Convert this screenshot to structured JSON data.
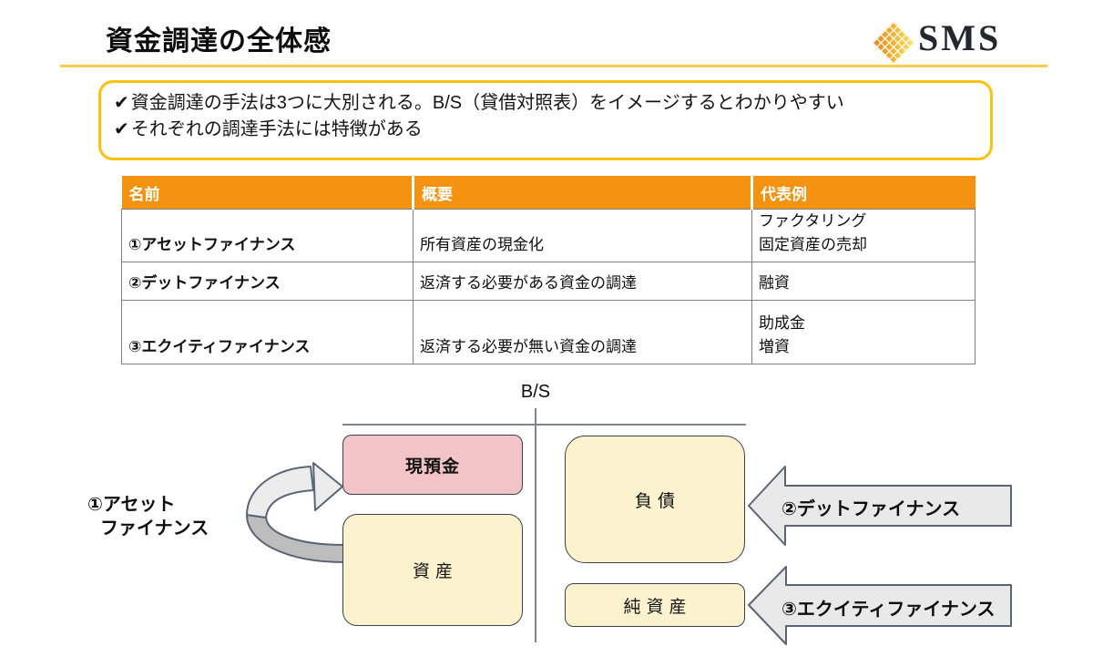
{
  "header": {
    "title": "資金調達の全体感",
    "logo_text": "SMS"
  },
  "summary_box": {
    "check": "✔",
    "lines": [
      "資金調達の手法は3つに大別される。B/S（貸借対照表）をイメージするとわかりやすい",
      "それぞれの調達手法には特徴がある"
    ]
  },
  "table": {
    "headers": [
      "名前",
      "概要",
      "代表例"
    ],
    "rows": [
      {
        "name": "①アセットファイナンス",
        "overview": "所有資産の現金化",
        "examples": [
          "ファクタリング",
          "固定資産の売却"
        ]
      },
      {
        "name": "②デットファイナンス",
        "overview": "返済する必要がある資金の調達",
        "examples": [
          "融資"
        ]
      },
      {
        "name": "③エクイティファイナンス",
        "overview": "返済する必要が無い資金の調達",
        "examples": [
          "助成金",
          "増資"
        ]
      }
    ]
  },
  "diagram": {
    "bs_label": "B/S",
    "asset_finance_label": {
      "line1": "①アセット",
      "line2": "ファイナンス"
    },
    "boxes": {
      "cash": "現預金",
      "assets": "資産",
      "liabilities": "負債",
      "net_assets": "純資産"
    },
    "arrows": {
      "debt": "②デットファイナンス",
      "equity": "③エクイティファイナンス"
    }
  },
  "colors": {
    "accent-orange": "#F59311",
    "accent-yellow": "#FFC10D",
    "title-rule-yellow": "#F6CE4C",
    "cash-pink": "#F2C4C8",
    "cream": "#FCF2CE",
    "arrow-gray": "#E9E9E9",
    "ribbon-light": "#ECECEC",
    "ribbon-dark": "#BDBDBD",
    "line-slate": "#5C6474",
    "bs-line-gray": "#7E8491",
    "table-border-gray": "#808080"
  }
}
